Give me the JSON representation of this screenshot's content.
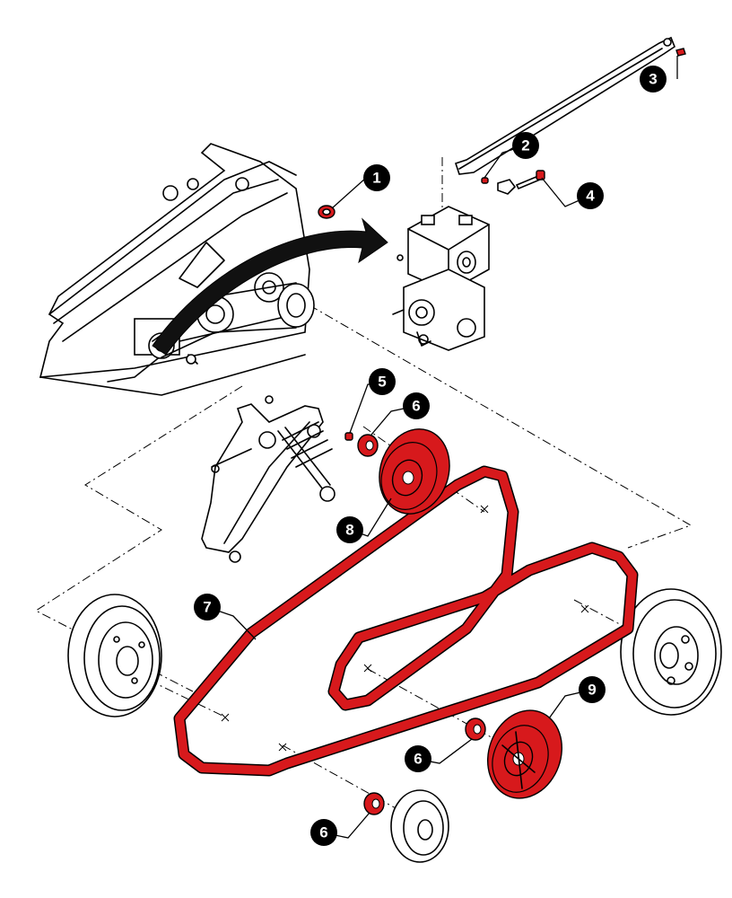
{
  "callouts": [
    {
      "id": "1",
      "label": "1"
    },
    {
      "id": "2",
      "label": "2"
    },
    {
      "id": "3",
      "label": "3"
    },
    {
      "id": "4",
      "label": "4"
    },
    {
      "id": "5",
      "label": "5"
    },
    {
      "id": "6a",
      "label": "6"
    },
    {
      "id": "6b",
      "label": "6"
    },
    {
      "id": "6c",
      "label": "6"
    },
    {
      "id": "7",
      "label": "7"
    },
    {
      "id": "8",
      "label": "8"
    },
    {
      "id": "9",
      "label": "9"
    }
  ],
  "colors": {
    "highlight": "#d7191c",
    "ink": "#000000",
    "background": "#ffffff"
  }
}
